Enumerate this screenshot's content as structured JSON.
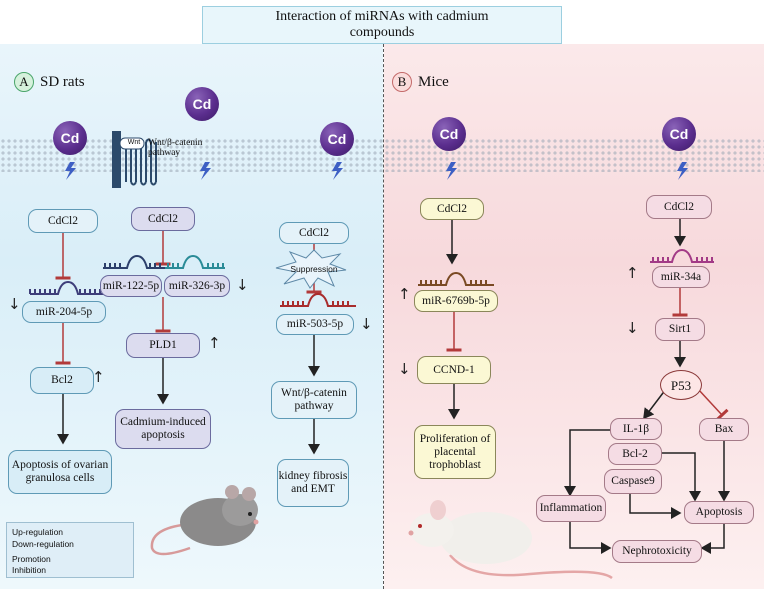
{
  "title": "Interaction of miRNAs with cadmium compounds",
  "panel_a": {
    "letter": "A",
    "label": "SD rats",
    "cd": "Cd",
    "wnt_tag": "Wnt",
    "wnt_receptor_label": "Wnt/β-catenin pathway",
    "col1": {
      "cdcl2": "CdCl2",
      "mirna": "miR-204-5p",
      "gene": "Bcl2",
      "outcome": "Apoptosis of ovarian granulosa cells"
    },
    "col2": {
      "cdcl2": "CdCl2",
      "mirna_left": "miR-122-5p",
      "mirna_right": "miR-326-3p",
      "gene": "PLD1",
      "outcome": "Cadmium-induced apoptosis"
    },
    "col3": {
      "cdcl2": "CdCl2",
      "suppression": "Suppression",
      "mirna": "miR-503-5p",
      "pathway": "Wnt/β-catenin pathway",
      "outcome": "kidney fibrosis and EMT"
    }
  },
  "panel_b": {
    "letter": "B",
    "label": "Mice",
    "cd": "Cd",
    "col1": {
      "cdcl2": "CdCl2",
      "mirna": "miR-6769b-5p",
      "gene": "CCND-1",
      "outcome": "Proliferation of placental trophoblast"
    },
    "col2": {
      "cdcl2": "CdCl2",
      "mirna": "miR-34a",
      "sirt": "Sirt1",
      "p53": "P53",
      "il1b": "IL-1β",
      "bcl2": "Bcl-2",
      "caspase": "Caspase9",
      "bax": "Bax",
      "inflammation": "Inflammation",
      "apoptosis": "Apoptosis",
      "nephrotoxicity": "Nephrotoxicity"
    }
  },
  "legend": {
    "up": "Up-regulation",
    "down": "Down-regulation",
    "promotion": "Promotion",
    "inhibition": "Inhibition"
  },
  "colors": {
    "panel_a_bg": "#d9eef8",
    "panel_b_bg": "#f7d9dc",
    "cd_purple": "#5b2e8e",
    "inhibition_red": "#b23a3a"
  }
}
